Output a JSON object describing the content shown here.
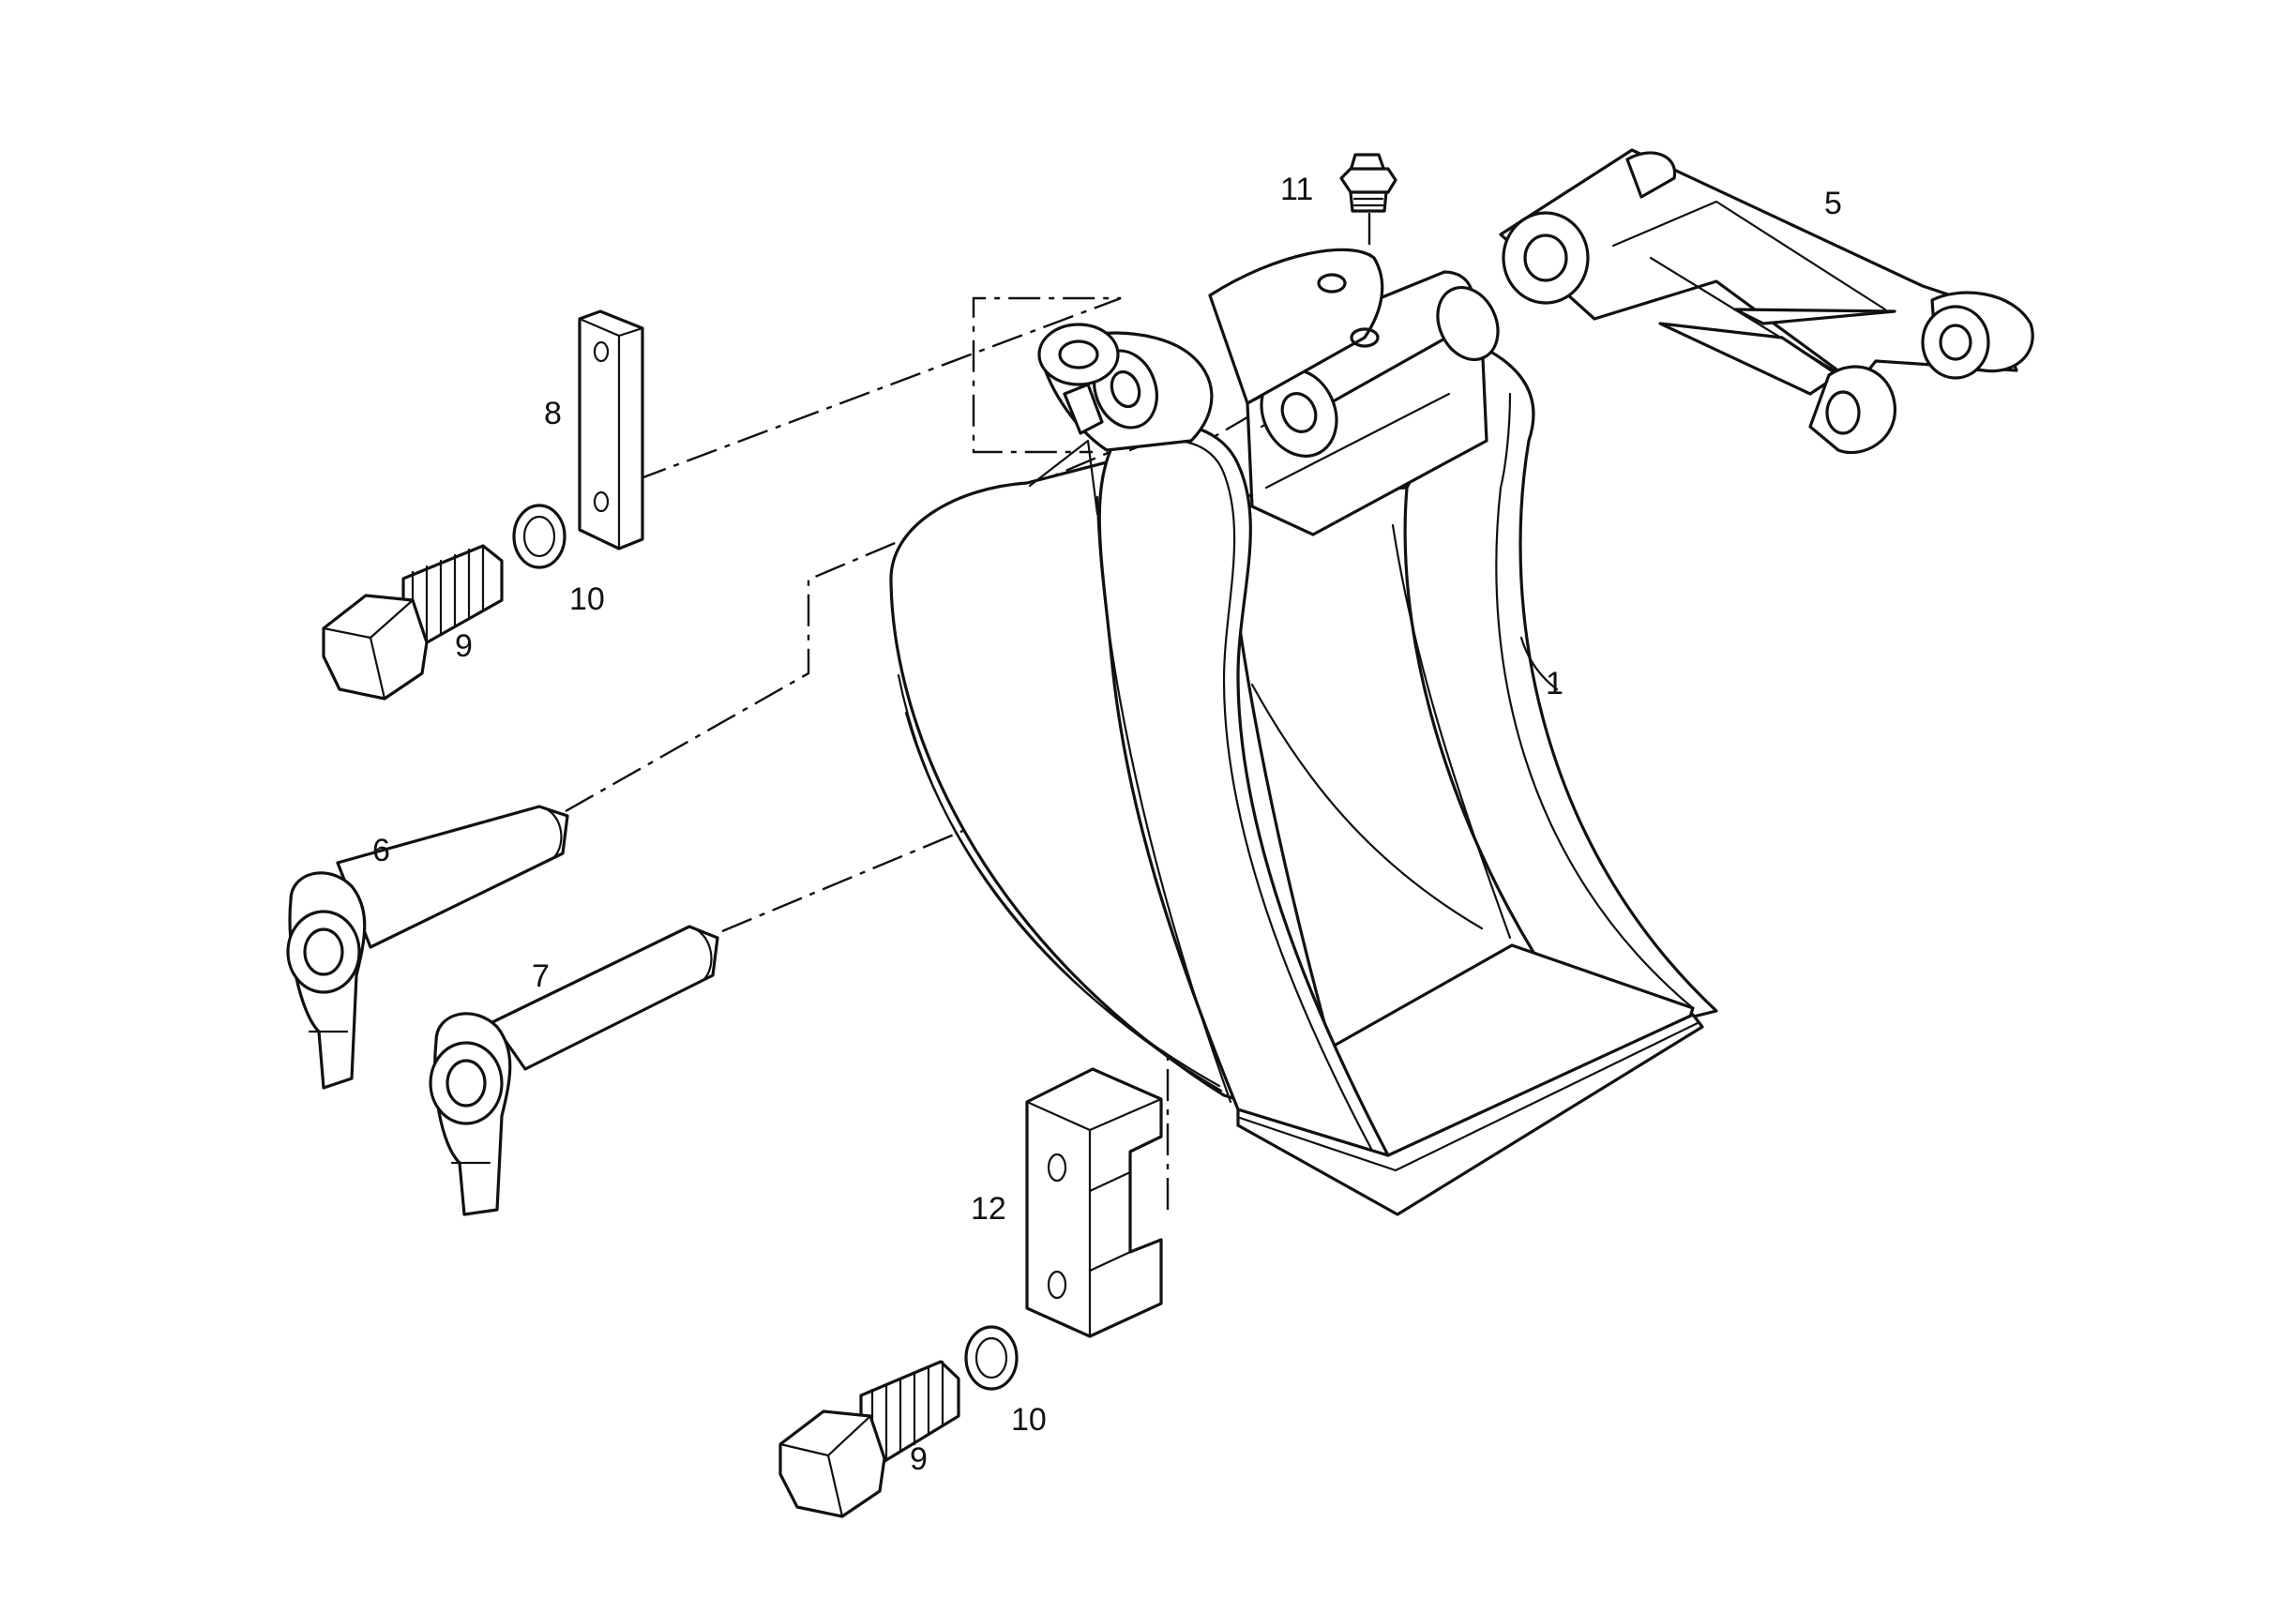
{
  "labels": {
    "p1": "1",
    "p5": "5",
    "p6": "6",
    "p7": "7",
    "p8": "8",
    "p9a": "9",
    "p9b": "9",
    "p10a": "10",
    "p10b": "10",
    "p11": "11",
    "p12": "12"
  },
  "colors": {
    "line": "#111111",
    "background": "#ffffff"
  }
}
